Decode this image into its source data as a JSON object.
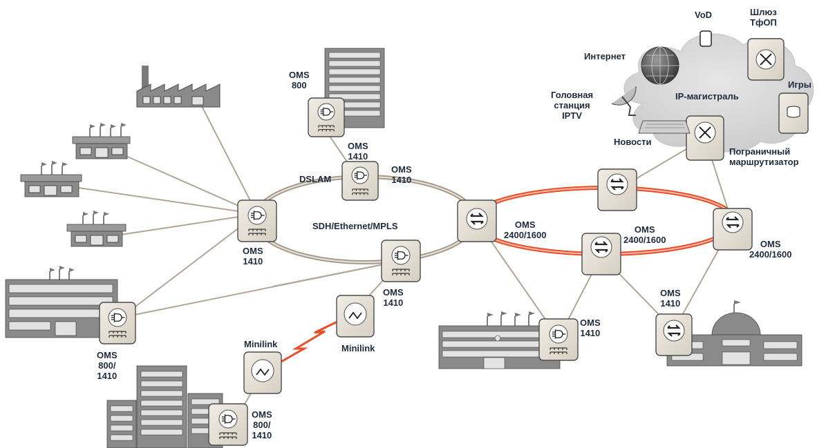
{
  "colors": {
    "link_line": "#b1a596",
    "ring_sdh": "#9a8f83",
    "ring_optical": "#e5502c",
    "radio_link": "#e5502c",
    "device_fill": "#e8e3d9",
    "device_border": "#4a4a4a",
    "building_fill": "#8a8a8a",
    "cloud_fill": "#d5d5d5",
    "label_text": "#1f2d4a"
  },
  "labels": {
    "sdh_ring": "SDH/Ethernet/MPLS",
    "dslam": "DSLAM",
    "oms_800_top": "OMS\n800",
    "oms_1410_under_top": "OMS\n1410",
    "oms_1410_dslam": "OMS\n1410",
    "oms_1410_left": "OMS\n1410",
    "oms_1410_bottom": "OMS\n1410",
    "oms_800_1410_left": "OMS\n800/\n1410",
    "oms_800_1410_bottom": "OMS\n800/\n1410",
    "minilink_left": "Minilink",
    "minilink_right": "Minilink",
    "oms_2400_a": "OMS\n2400/1600",
    "oms_2400_b": "OMS\n2400/1600",
    "oms_2400_c": "OMS\n2400/1600",
    "oms_1410_gov": "OMS\n1410",
    "oms_1410_capitol": "OMS\n1410",
    "vod": "VoD",
    "pstn_gateway": "Шлюз\nТфОП",
    "internet": "Интернет",
    "iptv_headend": "Головная\nстанция\nIPTV",
    "ip_backbone": "IP-магистраль",
    "games": "Игры",
    "news": "Новости",
    "border_router": "Пограничный\nмаршрутизатор"
  }
}
